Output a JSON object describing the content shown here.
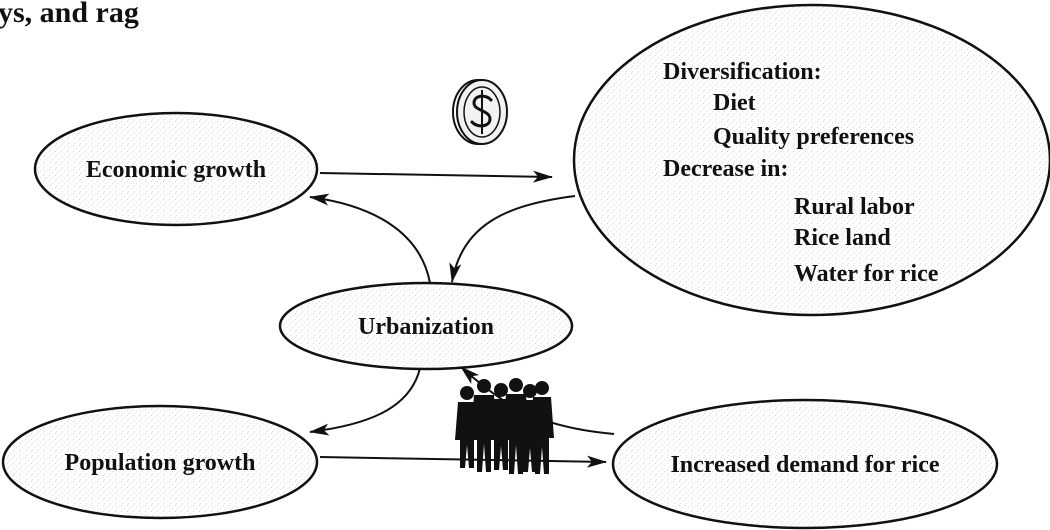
{
  "header_fragment": "ys, and rag",
  "nodes": {
    "economic_growth": "Economic growth",
    "urbanization": "Urbanization",
    "population_growth": "Population growth",
    "increased_demand": "Increased demand for rice"
  },
  "diversification": {
    "heading": "Diversification:",
    "items": [
      "Diet",
      "Quality preferences"
    ],
    "decrease_heading": "Decrease in:",
    "decrease_items": [
      "Rural labor",
      "Rice land",
      "Water for rice"
    ]
  },
  "icons": [
    "dollar-coin-icon",
    "crowd-of-people-icon"
  ]
}
